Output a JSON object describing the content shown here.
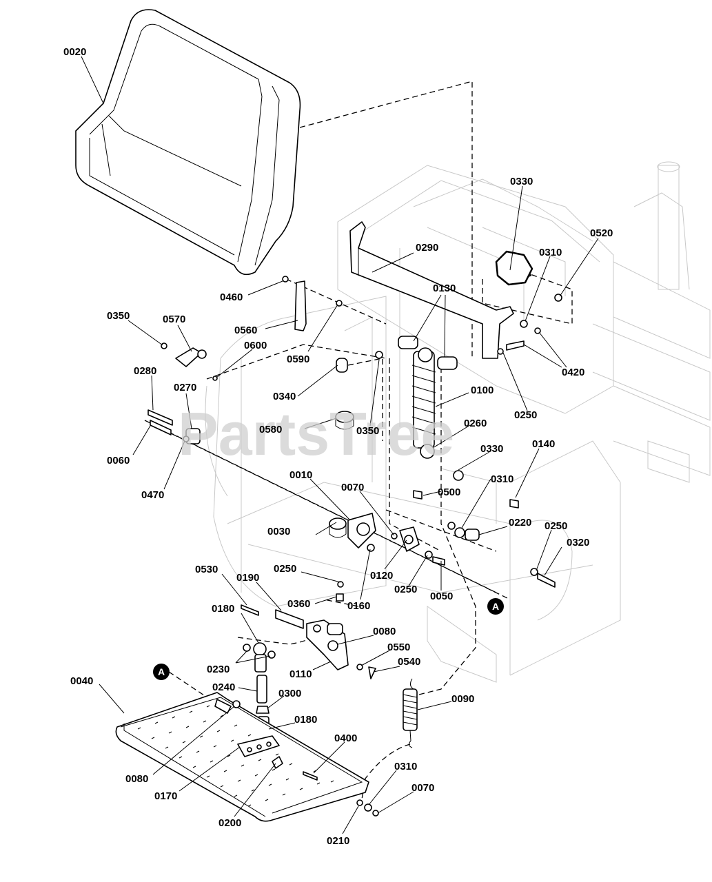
{
  "watermark": "PartsTree",
  "ref_marker": "A",
  "callouts": [
    {
      "id": "0020"
    },
    {
      "id": "0460"
    },
    {
      "id": "0560"
    },
    {
      "id": "0590"
    },
    {
      "id": "0290"
    },
    {
      "id": "0130"
    },
    {
      "id": "0330"
    },
    {
      "id": "0310"
    },
    {
      "id": "0520"
    },
    {
      "id": "0420"
    },
    {
      "id": "0250"
    },
    {
      "id": "0350"
    },
    {
      "id": "0570"
    },
    {
      "id": "0600"
    },
    {
      "id": "0280"
    },
    {
      "id": "0270"
    },
    {
      "id": "0340"
    },
    {
      "id": "0580"
    },
    {
      "id": "0350"
    },
    {
      "id": "0100"
    },
    {
      "id": "0260"
    },
    {
      "id": "0060"
    },
    {
      "id": "0470"
    },
    {
      "id": "0330"
    },
    {
      "id": "0140"
    },
    {
      "id": "0310"
    },
    {
      "id": "0500"
    },
    {
      "id": "0010"
    },
    {
      "id": "0070"
    },
    {
      "id": "0220"
    },
    {
      "id": "0250"
    },
    {
      "id": "0320"
    },
    {
      "id": "0030"
    },
    {
      "id": "0120"
    },
    {
      "id": "0250"
    },
    {
      "id": "0050"
    },
    {
      "id": "0250"
    },
    {
      "id": "0160"
    },
    {
      "id": "0360"
    },
    {
      "id": "0530"
    },
    {
      "id": "0190"
    },
    {
      "id": "0180"
    },
    {
      "id": "0080"
    },
    {
      "id": "0550"
    },
    {
      "id": "0540"
    },
    {
      "id": "0230"
    },
    {
      "id": "0110"
    },
    {
      "id": "0240"
    },
    {
      "id": "0300"
    },
    {
      "id": "0040"
    },
    {
      "id": "0180"
    },
    {
      "id": "0090"
    },
    {
      "id": "0400"
    },
    {
      "id": "0080"
    },
    {
      "id": "0170"
    },
    {
      "id": "0310"
    },
    {
      "id": "0070"
    },
    {
      "id": "0200"
    },
    {
      "id": "0210"
    }
  ]
}
